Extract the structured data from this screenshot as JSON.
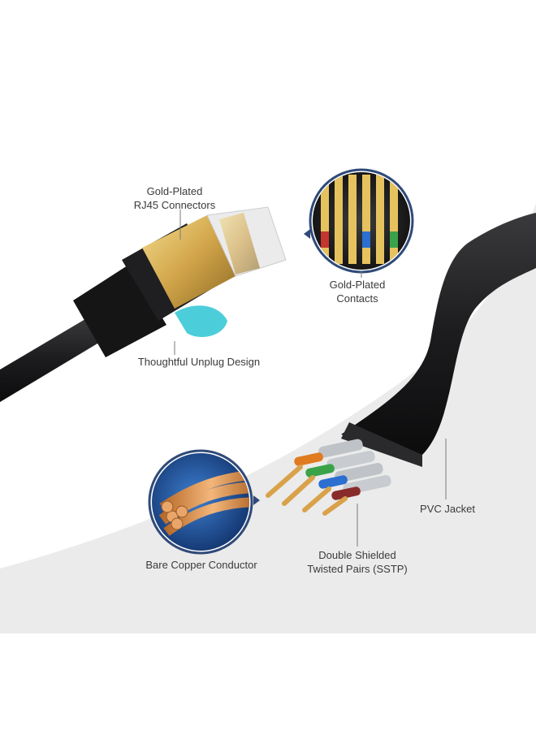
{
  "labels": {
    "rj45": {
      "line1": "Gold-Plated",
      "line2": "RJ45 Connectors"
    },
    "contacts": {
      "line1": "Gold-Plated",
      "line2": "Contacts"
    },
    "unplug": "Thoughtful Unplug Design",
    "copper": "Bare Copper Conductor",
    "sstp": {
      "line1": "Double Shielded",
      "line2": "Twisted Pairs  (SSTP)"
    },
    "pvc": "PVC Jacket"
  },
  "colors": {
    "background": "#ffffff",
    "backdrop": "#ebebeb",
    "cable": "#1c1c1e",
    "gold": "#d9b45a",
    "copper": "#d98a3c",
    "ring": "#2f4a78",
    "accent_cyan": "#38c9d6"
  },
  "wire_colors": [
    "#e07b1f",
    "#3aa34a",
    "#2b6fd0",
    "#8a2b2b"
  ]
}
